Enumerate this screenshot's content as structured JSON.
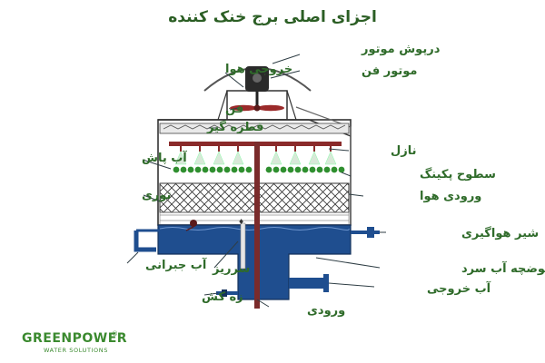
{
  "title": "اجزای اصلی برج خنک کننده",
  "brand": {
    "name": "GREENPOWER",
    "mark": "®",
    "subtitle": "WATER SOLUTIONS"
  },
  "labels": {
    "motor_cover": "درپوش موتور",
    "motor_fan": "موتور فن",
    "air_outlet": "خروجی هوا",
    "fan": "فن",
    "drift_eliminator": "قطره گیر",
    "nozzle": "نازل",
    "water_spray": "آب پاش",
    "packing_surface": "سطوح پکینگ",
    "mesh": "توری",
    "air_inlet": "ورودی هوا",
    "air_vent_valve": "شیر هواگیری",
    "makeup_water": "آب جبرانی",
    "cold_water_basin": "حوضچه آب سرد",
    "overflow": "سرریز",
    "water_outlet": "آب خروجی",
    "drain": "زه کش",
    "inlet": "ورودی"
  },
  "colors": {
    "water": "#1f4e8f",
    "pipe": "#7a2b2b",
    "spray": "#2f8f2f",
    "label": "#2f6b2a",
    "structure": "#3a3a3a"
  }
}
